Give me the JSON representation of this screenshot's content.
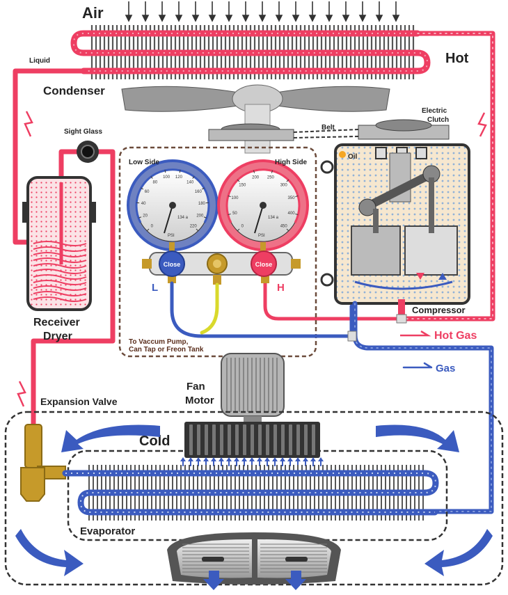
{
  "labels": {
    "air": "Air",
    "hot": "Hot",
    "liquid": "Liquid",
    "condenser": "Condenser",
    "sight_glass": "Sight Glass",
    "belt": "Belt",
    "electric_clutch_line1": "Electric",
    "electric_clutch_line2": "Clutch",
    "oil": "Oil",
    "receiver_line1": "Receiver",
    "receiver_line2": "Dryer",
    "compressor": "Compressor",
    "hot_gas": "Hot Gas",
    "gas": "Gas",
    "vacuum_line1": "To Vaccum Pump,",
    "vacuum_line2": "Can Tap or Freon Tank",
    "fan_motor_line1": "Fan",
    "fan_motor_line2": "Motor",
    "expansion_valve": "Expansion Valve",
    "cold": "Cold",
    "evaporator": "Evaporator"
  },
  "gauges": {
    "low": {
      "title": "Low Side",
      "refrigerant": "134 a",
      "unit": "PSI",
      "valve_label": "Close",
      "port_letter": "L",
      "ticks": [
        "0",
        "20",
        "40",
        "60",
        "80",
        "100",
        "120",
        "140",
        "160",
        "180",
        "200",
        "220"
      ]
    },
    "high": {
      "title": "High Side",
      "refrigerant": "134 a",
      "unit": "PSI",
      "valve_label": "Close",
      "port_letter": "H",
      "ticks": [
        "0",
        "50",
        "100",
        "150",
        "200",
        "250",
        "300",
        "350",
        "400",
        "450"
      ]
    }
  },
  "colors": {
    "hot_line": "#ee3e62",
    "cold_line": "#3b5bbf",
    "yellow_hose": "#d9d92c",
    "brass": "#c69a2a",
    "dark": "#333333"
  }
}
